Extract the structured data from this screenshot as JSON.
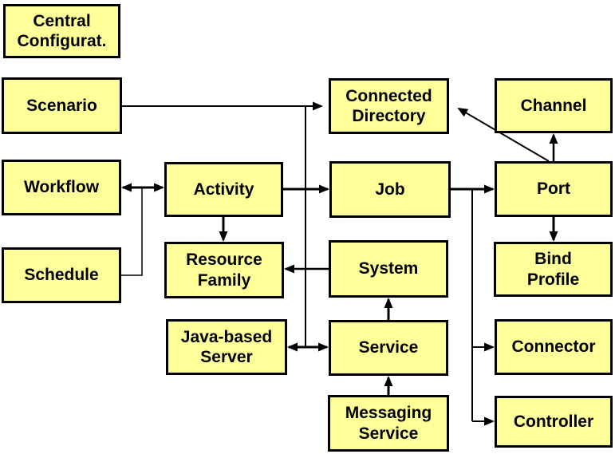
{
  "diagram": {
    "colors": {
      "background": "#ffffff",
      "node_fill": "#ffff99",
      "node_border": "#000000",
      "node_text": "#000000",
      "line": "#000000"
    }
  },
  "nodes": {
    "central_config": {
      "label": "Central\nConfigurat."
    },
    "scenario": {
      "label": "Scenario"
    },
    "workflow": {
      "label": "Workflow"
    },
    "schedule": {
      "label": "Schedule"
    },
    "activity": {
      "label": "Activity"
    },
    "resource_family": {
      "label": "Resource\nFamily"
    },
    "java_based_server": {
      "label": "Java-based\nServer"
    },
    "connected_directory": {
      "label": "Connected\nDirectory"
    },
    "job": {
      "label": "Job"
    },
    "system": {
      "label": "System"
    },
    "service": {
      "label": "Service"
    },
    "messaging_service": {
      "label": "Messaging\nService"
    },
    "channel": {
      "label": "Channel"
    },
    "port": {
      "label": "Port"
    },
    "bind_profile": {
      "label": "Bind\nProfile"
    },
    "connector": {
      "label": "Connector"
    },
    "controller": {
      "label": "Controller"
    }
  },
  "edges": [
    {
      "from": "scenario",
      "to": "connected_directory",
      "arrow": "end"
    },
    {
      "from": "scenario_line_junction",
      "to": "java_server_service_link",
      "arrow": "none"
    },
    {
      "from": "java_based_server",
      "to": "service",
      "arrow": "both"
    },
    {
      "from": "workflow",
      "to": "activity",
      "arrow": "both"
    },
    {
      "from": "schedule",
      "to": "workflow_activity_link",
      "arrow": "none"
    },
    {
      "from": "activity",
      "to": "job",
      "arrow": "end"
    },
    {
      "from": "activity",
      "to": "resource_family",
      "arrow": "end"
    },
    {
      "from": "system",
      "to": "resource_family",
      "arrow": "end"
    },
    {
      "from": "service",
      "to": "system",
      "arrow": "end"
    },
    {
      "from": "messaging_service",
      "to": "service",
      "arrow": "end"
    },
    {
      "from": "job",
      "to": "port",
      "arrow": "end"
    },
    {
      "from": "job_port_line",
      "to": "connector",
      "arrow": "end"
    },
    {
      "from": "job_port_line",
      "to": "controller",
      "arrow": "end"
    },
    {
      "from": "port",
      "to": "channel",
      "arrow": "end"
    },
    {
      "from": "port",
      "to": "bind_profile",
      "arrow": "end"
    },
    {
      "from": "port",
      "to": "connected_directory",
      "arrow": "end"
    }
  ]
}
